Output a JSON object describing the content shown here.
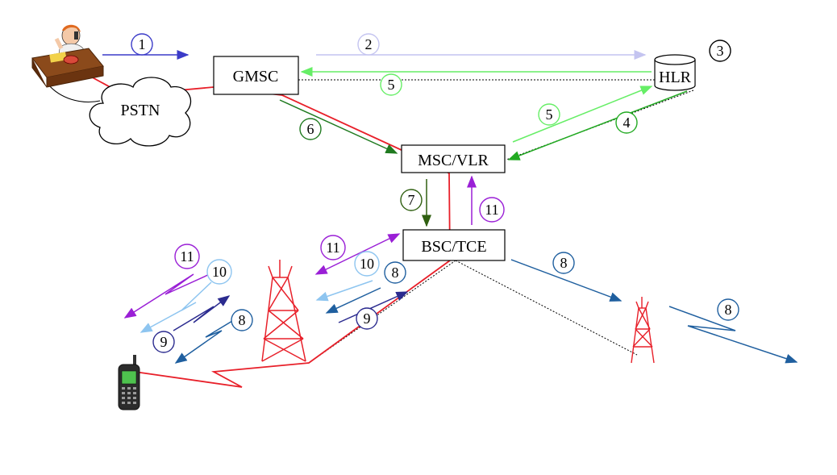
{
  "diagram": {
    "nodes": {
      "pstn": "PSTN",
      "gmsc": "GMSC",
      "hlr": "HLR",
      "msc_vlr": "MSC/VLR",
      "bsc_tce": "BSC/TCE"
    },
    "steps": [
      {
        "id": "s1",
        "label": "1",
        "color": "#3b3bc8"
      },
      {
        "id": "s2",
        "label": "2",
        "color": "#c4c4f0"
      },
      {
        "id": "s3",
        "label": "3",
        "color": "#000000"
      },
      {
        "id": "s4",
        "label": "4",
        "color": "#22aa22"
      },
      {
        "id": "s5a",
        "label": "5",
        "color": "#66ee66"
      },
      {
        "id": "s5b",
        "label": "5",
        "color": "#66ee66"
      },
      {
        "id": "s6",
        "label": "6",
        "color": "#1f7a1f"
      },
      {
        "id": "s7",
        "label": "7",
        "color": "#2f5f10"
      },
      {
        "id": "s8a",
        "label": "8",
        "color": "#1f5f9f"
      },
      {
        "id": "s8b",
        "label": "8",
        "color": "#1f5f9f"
      },
      {
        "id": "s8c",
        "label": "8",
        "color": "#1f5f9f"
      },
      {
        "id": "s8d",
        "label": "8",
        "color": "#1f5f9f"
      },
      {
        "id": "s9a",
        "label": "9",
        "color": "#2b2b8f"
      },
      {
        "id": "s9b",
        "label": "9",
        "color": "#2b2b8f"
      },
      {
        "id": "s10a",
        "label": "10",
        "color": "#8ec5f0"
      },
      {
        "id": "s10b",
        "label": "10",
        "color": "#8ec5f0"
      },
      {
        "id": "s11a",
        "label": "11",
        "color": "#9a1fd6"
      },
      {
        "id": "s11b",
        "label": "11",
        "color": "#9a1fd6"
      },
      {
        "id": "s11c",
        "label": "11",
        "color": "#9a1fd6"
      }
    ],
    "colors": {
      "traffic": "#e8202a",
      "signal_dotted": "#000000"
    }
  }
}
